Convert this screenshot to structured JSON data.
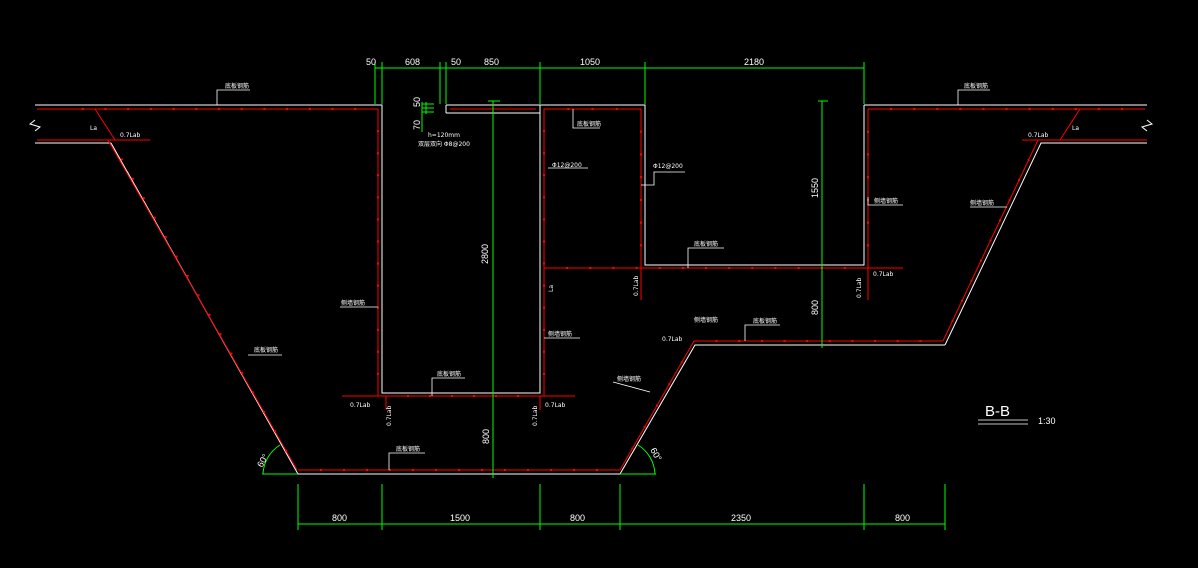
{
  "colors": {
    "background": "#000000",
    "structure_outline": "#ffffff",
    "rebar": "#ff0000",
    "dimension": "#00ff00",
    "text": "#ffffff"
  },
  "section_title": "B-B",
  "scale_label": "1:30",
  "top_dimensions": [
    "50",
    "608",
    "50",
    "850",
    "1050",
    "2180"
  ],
  "bottom_dimensions": [
    "800",
    "1500",
    "800",
    "2350",
    "800"
  ],
  "vertical_dimensions": {
    "wall_height": "2800",
    "chamber_depth": "1550",
    "right_step": "800",
    "base_thickness": "800",
    "slot_top": "50",
    "slot_bottom": "70"
  },
  "angles": {
    "left": "60°",
    "right": "60°"
  },
  "anchor_labels": {
    "lap_071ab": "0.7Lab",
    "la": "La",
    "lap_07lab_rotated": "0.7Lab"
  },
  "notes": {
    "slot_thickness": "h=120mm",
    "slot_rebar": "双层双向 Φ8@200",
    "rebar_spacing_1": "Φ12@200",
    "rebar_spacing_2": "Φ12@200"
  },
  "rebar_callouts": [
    "底板钢筋",
    "底板钢筋",
    "底板钢筋",
    "侧墙钢筋",
    "侧墙钢筋",
    "侧墙钢筋",
    "侧墙钢筋",
    "底板钢筋",
    "底板钢筋",
    "底板钢筋",
    "侧墙钢筋",
    "底板钢筋",
    "底板钢筋",
    "侧墙钢筋"
  ]
}
